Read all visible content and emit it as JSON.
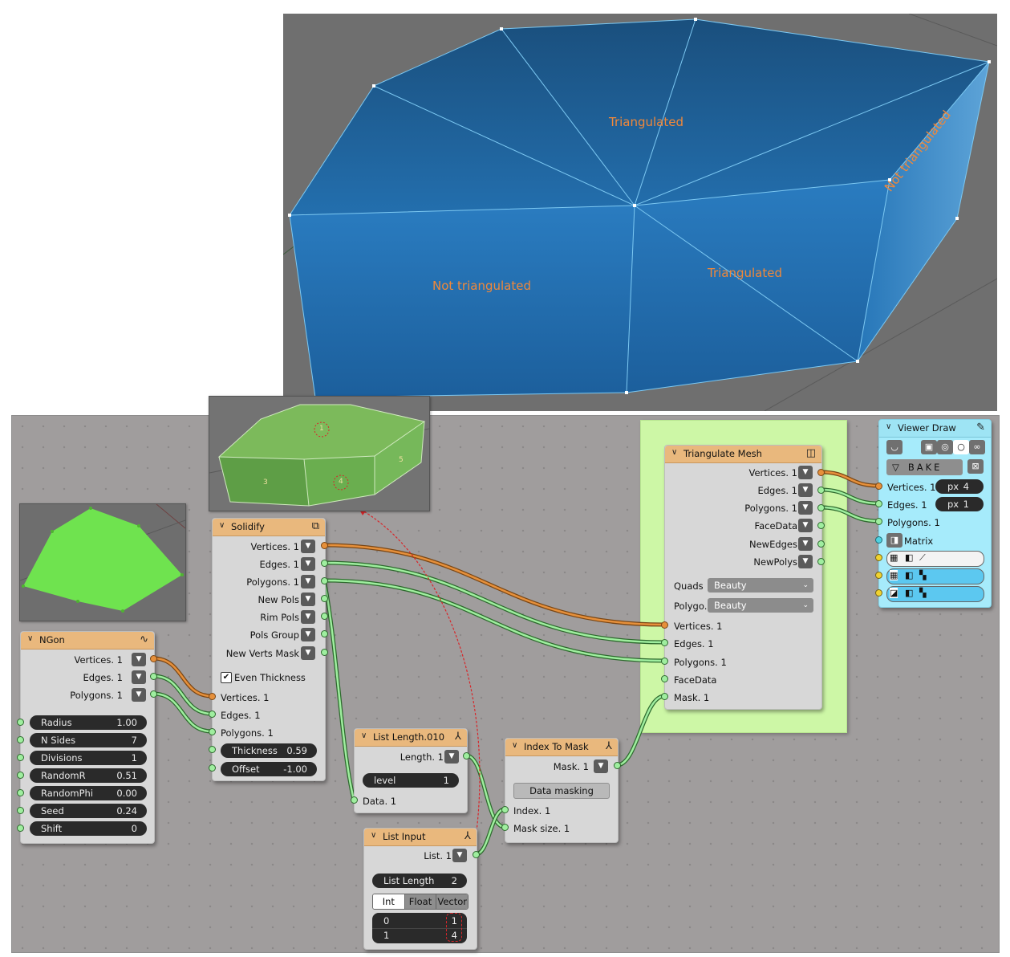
{
  "viewport": {
    "labels": [
      "Triangulated",
      "Not triangulated",
      "Triangulated",
      "Not triangulated"
    ]
  },
  "small_preview": {
    "face_numbers": [
      "1",
      "3",
      "4",
      "5"
    ]
  },
  "nodes": {
    "ngon": {
      "title": "NGon",
      "outputs": [
        "Vertices. 1",
        "Edges. 1",
        "Polygons. 1"
      ],
      "fields": [
        {
          "label": "Radius",
          "value": "1.00"
        },
        {
          "label": "N Sides",
          "value": "7"
        },
        {
          "label": "Divisions",
          "value": "1"
        },
        {
          "label": "RandomR",
          "value": "0.51"
        },
        {
          "label": "RandomPhi",
          "value": "0.00"
        },
        {
          "label": "Seed",
          "value": "0.24"
        },
        {
          "label": "Shift",
          "value": "0"
        }
      ]
    },
    "solidify": {
      "title": "Solidify",
      "outputs": [
        "Vertices. 1",
        "Edges. 1",
        "Polygons. 1",
        "New Pols",
        "Rim Pols",
        "Pols Group",
        "New Verts Mask"
      ],
      "even_thickness": "Even Thickness",
      "inputs": [
        "Vertices. 1",
        "Edges. 1",
        "Polygons. 1"
      ],
      "thickness_label": "Thickness",
      "thickness_value": "0.59",
      "offset_label": "Offset",
      "offset_value": "-1.00"
    },
    "list_length": {
      "title": "List Length.010",
      "output": "Length. 1",
      "level_label": "level",
      "level_value": "1",
      "input": "Data. 1"
    },
    "list_input": {
      "title": "List Input",
      "output": "List. 1",
      "length_label": "List Length",
      "length_value": "2",
      "tabs": [
        "Int",
        "Float",
        "Vector"
      ],
      "rows": [
        {
          "idx": "0",
          "val": "1"
        },
        {
          "idx": "1",
          "val": "4"
        }
      ]
    },
    "index_to_mask": {
      "title": "Index To Mask",
      "output": "Mask. 1",
      "button": "Data masking",
      "inputs": [
        "Index. 1",
        "Mask size. 1"
      ]
    },
    "triangulate": {
      "title": "Triangulate Mesh",
      "outputs": [
        "Vertices. 1",
        "Edges. 1",
        "Polygons. 1",
        "FaceData",
        "NewEdges",
        "NewPolys"
      ],
      "quads_label": "Quads",
      "quads_value": "Beauty",
      "polygons_label": "Polygo...",
      "polygons_value": "Beauty",
      "inputs": [
        "Vertices. 1",
        "Edges. 1",
        "Polygons. 1",
        "FaceData",
        "Mask. 1"
      ]
    },
    "viewer_draw": {
      "title": "Viewer Draw",
      "bake": "BAKE",
      "inputs": [
        "Vertices. 1",
        "Edges. 1",
        "Polygons. 1",
        "Matrix"
      ],
      "vert_size_unit": "px",
      "vert_size": "4",
      "edge_width_unit": "px",
      "edge_width": "1"
    }
  },
  "colors": {
    "mesh_blue": "#1f6aa8",
    "label_orange": "#f0883a",
    "preview_green": "#6fe34f",
    "frame_green": "#cdf7a6",
    "header_orange": "#e9b87d",
    "viewer_blue": "#a6ebfb"
  }
}
